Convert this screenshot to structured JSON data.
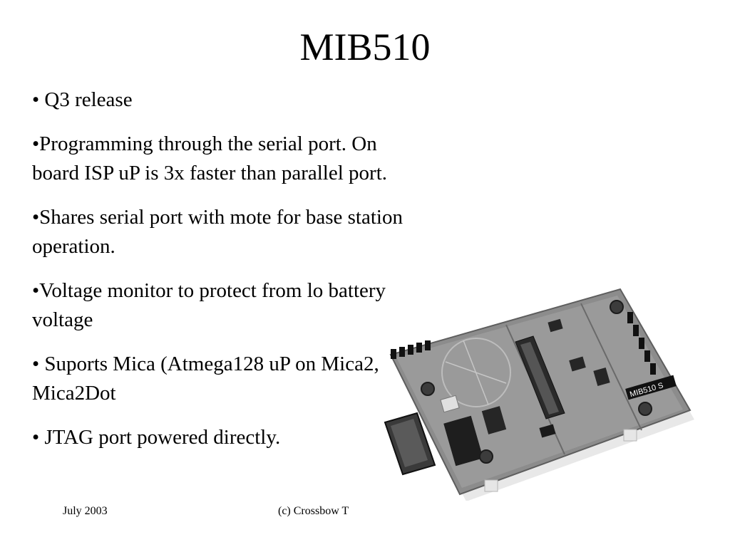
{
  "slide": {
    "title": "MIB510",
    "bullets": [
      "• Q3 release",
      "•Programming through the serial port. On board ISP uP is 3x faster than parallel port.",
      "•Shares serial port with mote for base station operation.",
      "•Voltage monitor to protect from lo battery voltage",
      "• Suports Mica (Atmega128 uP on Mica2, Mica2Dot",
      "• JTAG port powered directly."
    ],
    "board_label": "MIB510 S",
    "footer": {
      "date": "July 2003",
      "copyright": "(c) Crossbow T"
    }
  }
}
